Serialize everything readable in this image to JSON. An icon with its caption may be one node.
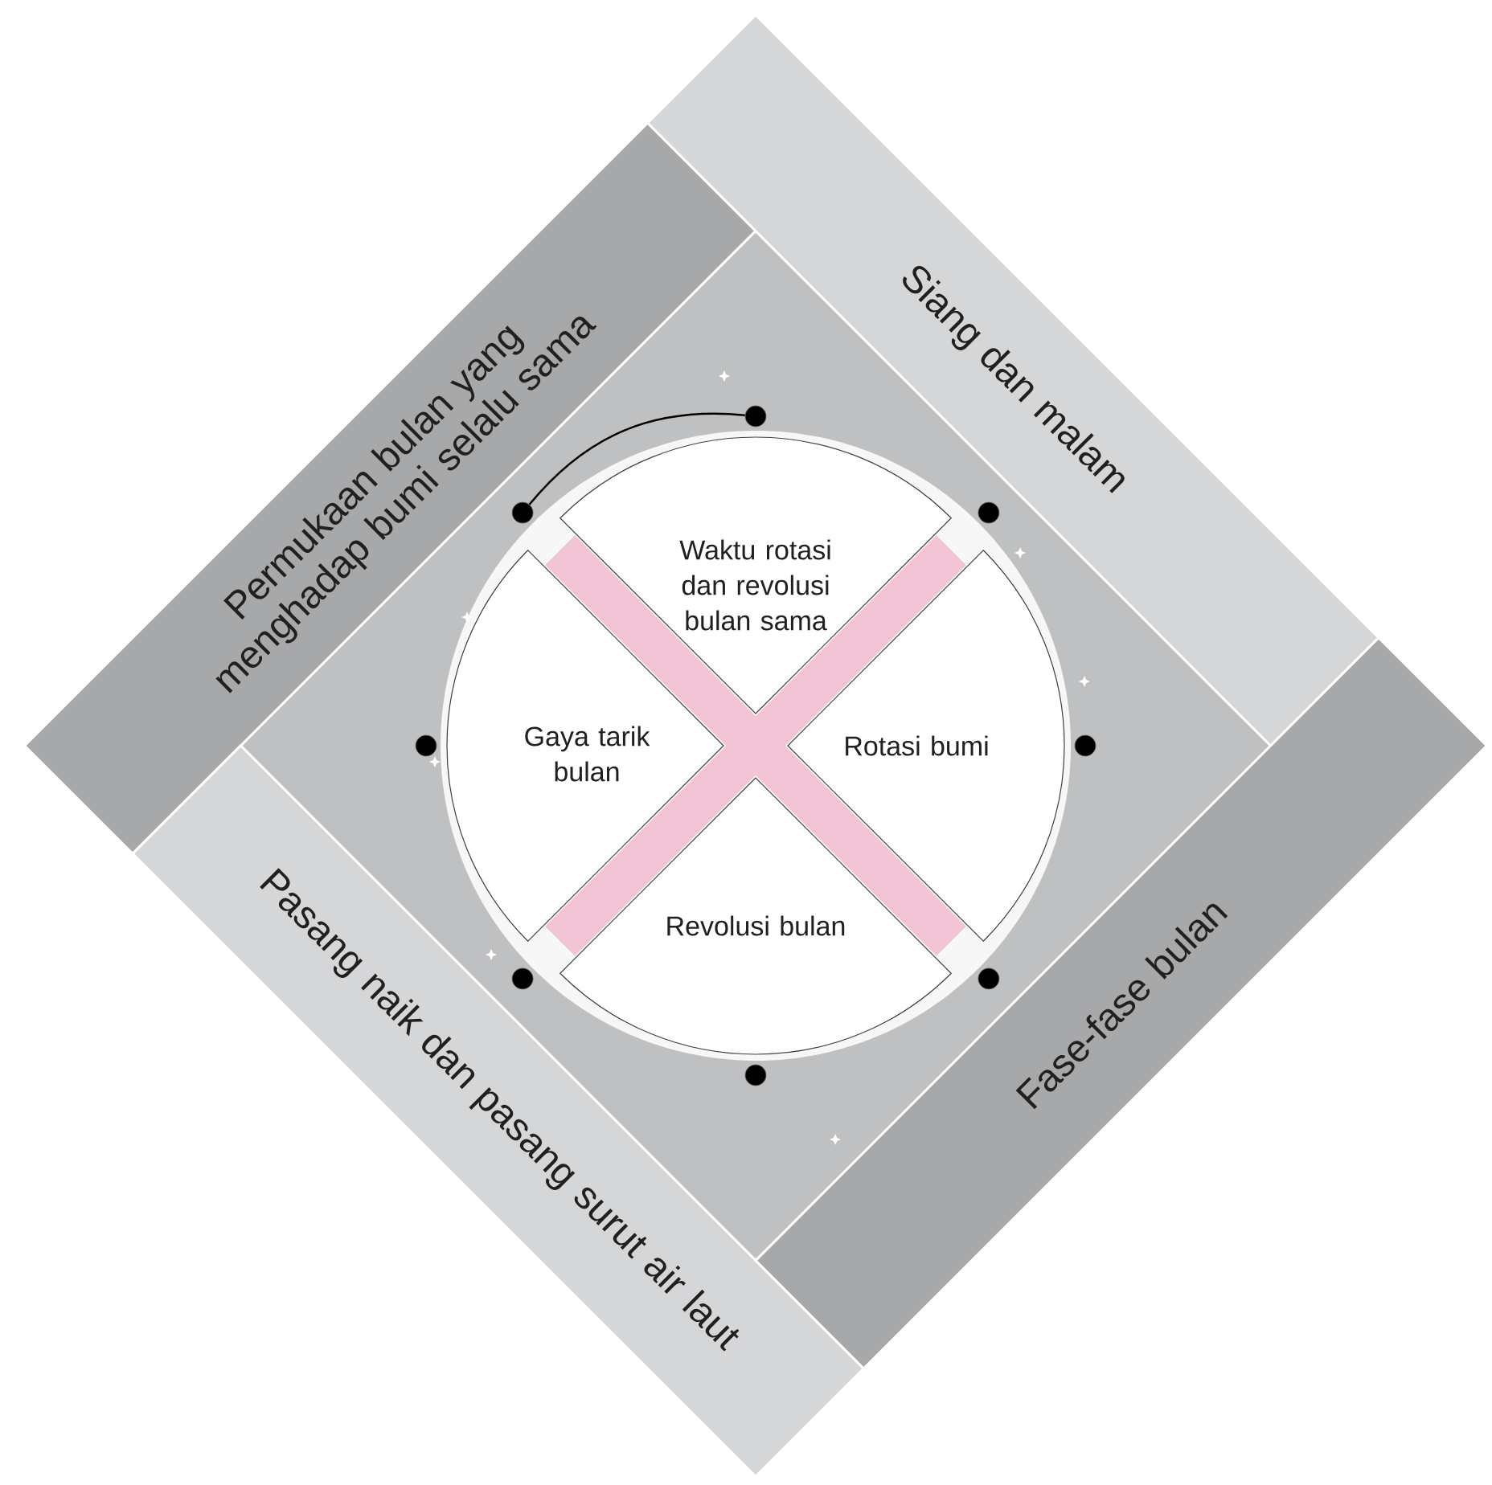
{
  "diagram": {
    "nodes": [
      {
        "text": [
          "Permukaan bulan yang menghadap bumi selalu sama"
        ]
      },
      {
        "text": [
          "Siang dan malam"
        ]
      },
      {
        "text": [
          "Waktu rotasi dan revolusi bulan sama"
        ]
      },
      {
        "text": [
          "Gaya tarik bulan"
        ]
      },
      {
        "text": [
          "Rotasi bumi"
        ]
      },
      {
        "text": [
          "Revolusi bulan"
        ]
      },
      {
        "text": [
          "Pasang naik dan pasang surut air laut"
        ]
      },
      {
        "text": [
          "Fase-fase bulan"
        ]
      },
      {
        "text": [],
        "shape": "circle"
      },
      {
        "text": [],
        "shape": "circle"
      },
      {
        "text": [],
        "shape": "circle"
      },
      {
        "text": [],
        "shape": "circle"
      },
      {
        "text": [],
        "shape": "circle"
      },
      {
        "text": [],
        "shape": "circle"
      },
      {
        "text": [],
        "shape": "circle"
      },
      {
        "text": [],
        "shape": "circle"
      }
    ],
    "edges": [
      {
        "from": 9,
        "to": 11,
        "arrow": "none"
      }
    ]
  }
}
